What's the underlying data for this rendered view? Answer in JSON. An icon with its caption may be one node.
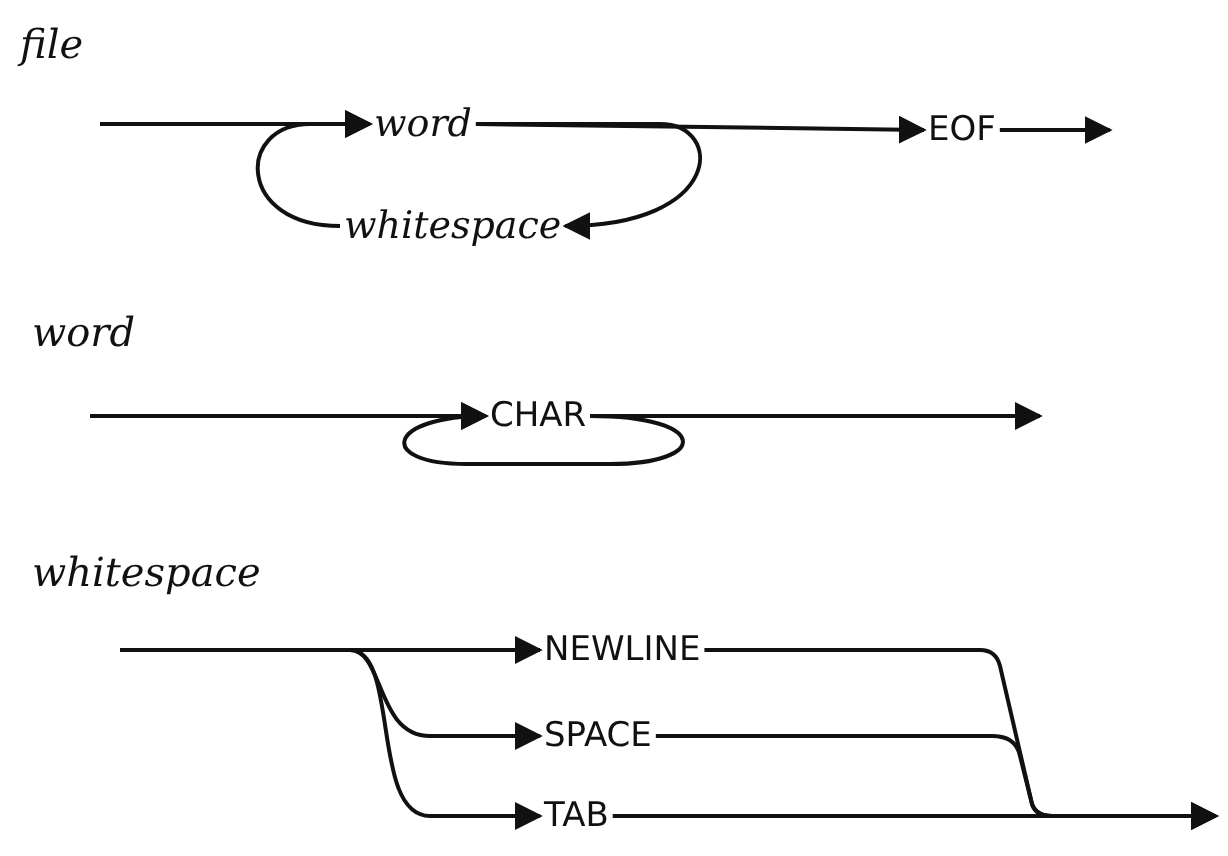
{
  "diagram": {
    "nodes": [
      {
        "text": [
          "word"
        ]
      },
      {
        "text": [
          "whitespace"
        ]
      },
      {
        "text": [
          "EOF"
        ]
      },
      {
        "text": [
          "CHAR"
        ]
      },
      {
        "text": [
          "NEWLINE"
        ]
      },
      {
        "text": [
          "SPACE"
        ]
      },
      {
        "text": [
          "TAB"
        ]
      }
    ],
    "edges": [
      {
        "from": null,
        "to": 0,
        "arrow": "to"
      },
      {
        "from": 0,
        "to": 2,
        "arrow": "to"
      },
      {
        "from": 0,
        "to": 1,
        "arrow": "to"
      },
      {
        "from": 1,
        "to": 0,
        "arrow": "to"
      },
      {
        "from": 2,
        "to": null,
        "arrow": "to"
      },
      {
        "from": null,
        "to": 3,
        "arrow": "to"
      },
      {
        "from": 3,
        "to": 3,
        "arrow": "to"
      },
      {
        "from": 3,
        "to": null,
        "arrow": "to"
      },
      {
        "from": null,
        "to": 4,
        "arrow": "to"
      },
      {
        "from": null,
        "to": 5,
        "arrow": "to"
      },
      {
        "from": null,
        "to": 6,
        "arrow": "to"
      },
      {
        "from": 4,
        "to": null,
        "arrow": "to"
      },
      {
        "from": 5,
        "to": null,
        "arrow": "to"
      },
      {
        "from": 6,
        "to": null,
        "arrow": "to"
      }
    ],
    "labels": [
      "file",
      "word",
      "whitespace"
    ]
  }
}
